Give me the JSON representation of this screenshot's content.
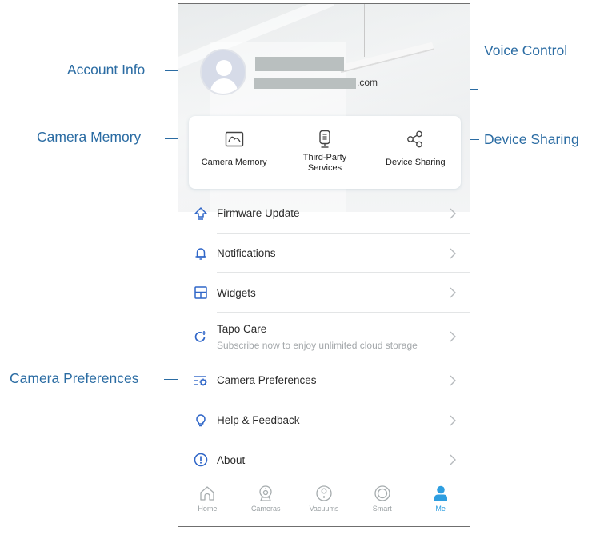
{
  "callouts": {
    "account_info": "Account Info",
    "camera_memory": "Camera Memory",
    "camera_preferences": "Camera Preferences",
    "voice_control": "Voice Control",
    "device_sharing": "Device Sharing"
  },
  "account": {
    "name": "",
    "email_suffix": ".com"
  },
  "quick_actions": [
    {
      "label": "Camera Memory",
      "icon": "photo-icon"
    },
    {
      "label": "Third-Party\nServices",
      "icon": "smart-speaker-icon"
    },
    {
      "label": "Device Sharing",
      "icon": "share-icon"
    }
  ],
  "menu": [
    {
      "label": "Firmware Update",
      "icon": "firmware-update-icon"
    },
    {
      "label": "Notifications",
      "icon": "bell-icon"
    },
    {
      "label": "Widgets",
      "icon": "widgets-icon"
    },
    {
      "label": "Tapo Care",
      "subtitle": "Subscribe now to enjoy unlimited cloud storage",
      "icon": "tapo-care-icon"
    },
    {
      "label": "Camera Preferences",
      "icon": "camera-preferences-icon"
    },
    {
      "label": "Help & Feedback",
      "icon": "lightbulb-icon"
    },
    {
      "label": "About",
      "icon": "info-icon"
    }
  ],
  "tabs": [
    {
      "label": "Home",
      "icon": "home-icon",
      "active": false
    },
    {
      "label": "Cameras",
      "icon": "camera-icon",
      "active": false
    },
    {
      "label": "Vacuums",
      "icon": "vacuum-icon",
      "active": false
    },
    {
      "label": "Smart",
      "icon": "smart-icon",
      "active": false
    },
    {
      "label": "Me",
      "icon": "person-icon",
      "active": true
    }
  ],
  "colors": {
    "accent_blue": "#2f66c8",
    "callout_blue": "#2b6ca3",
    "active_tab": "#2e9ee0",
    "inactive_tab": "#9aa0a3"
  }
}
